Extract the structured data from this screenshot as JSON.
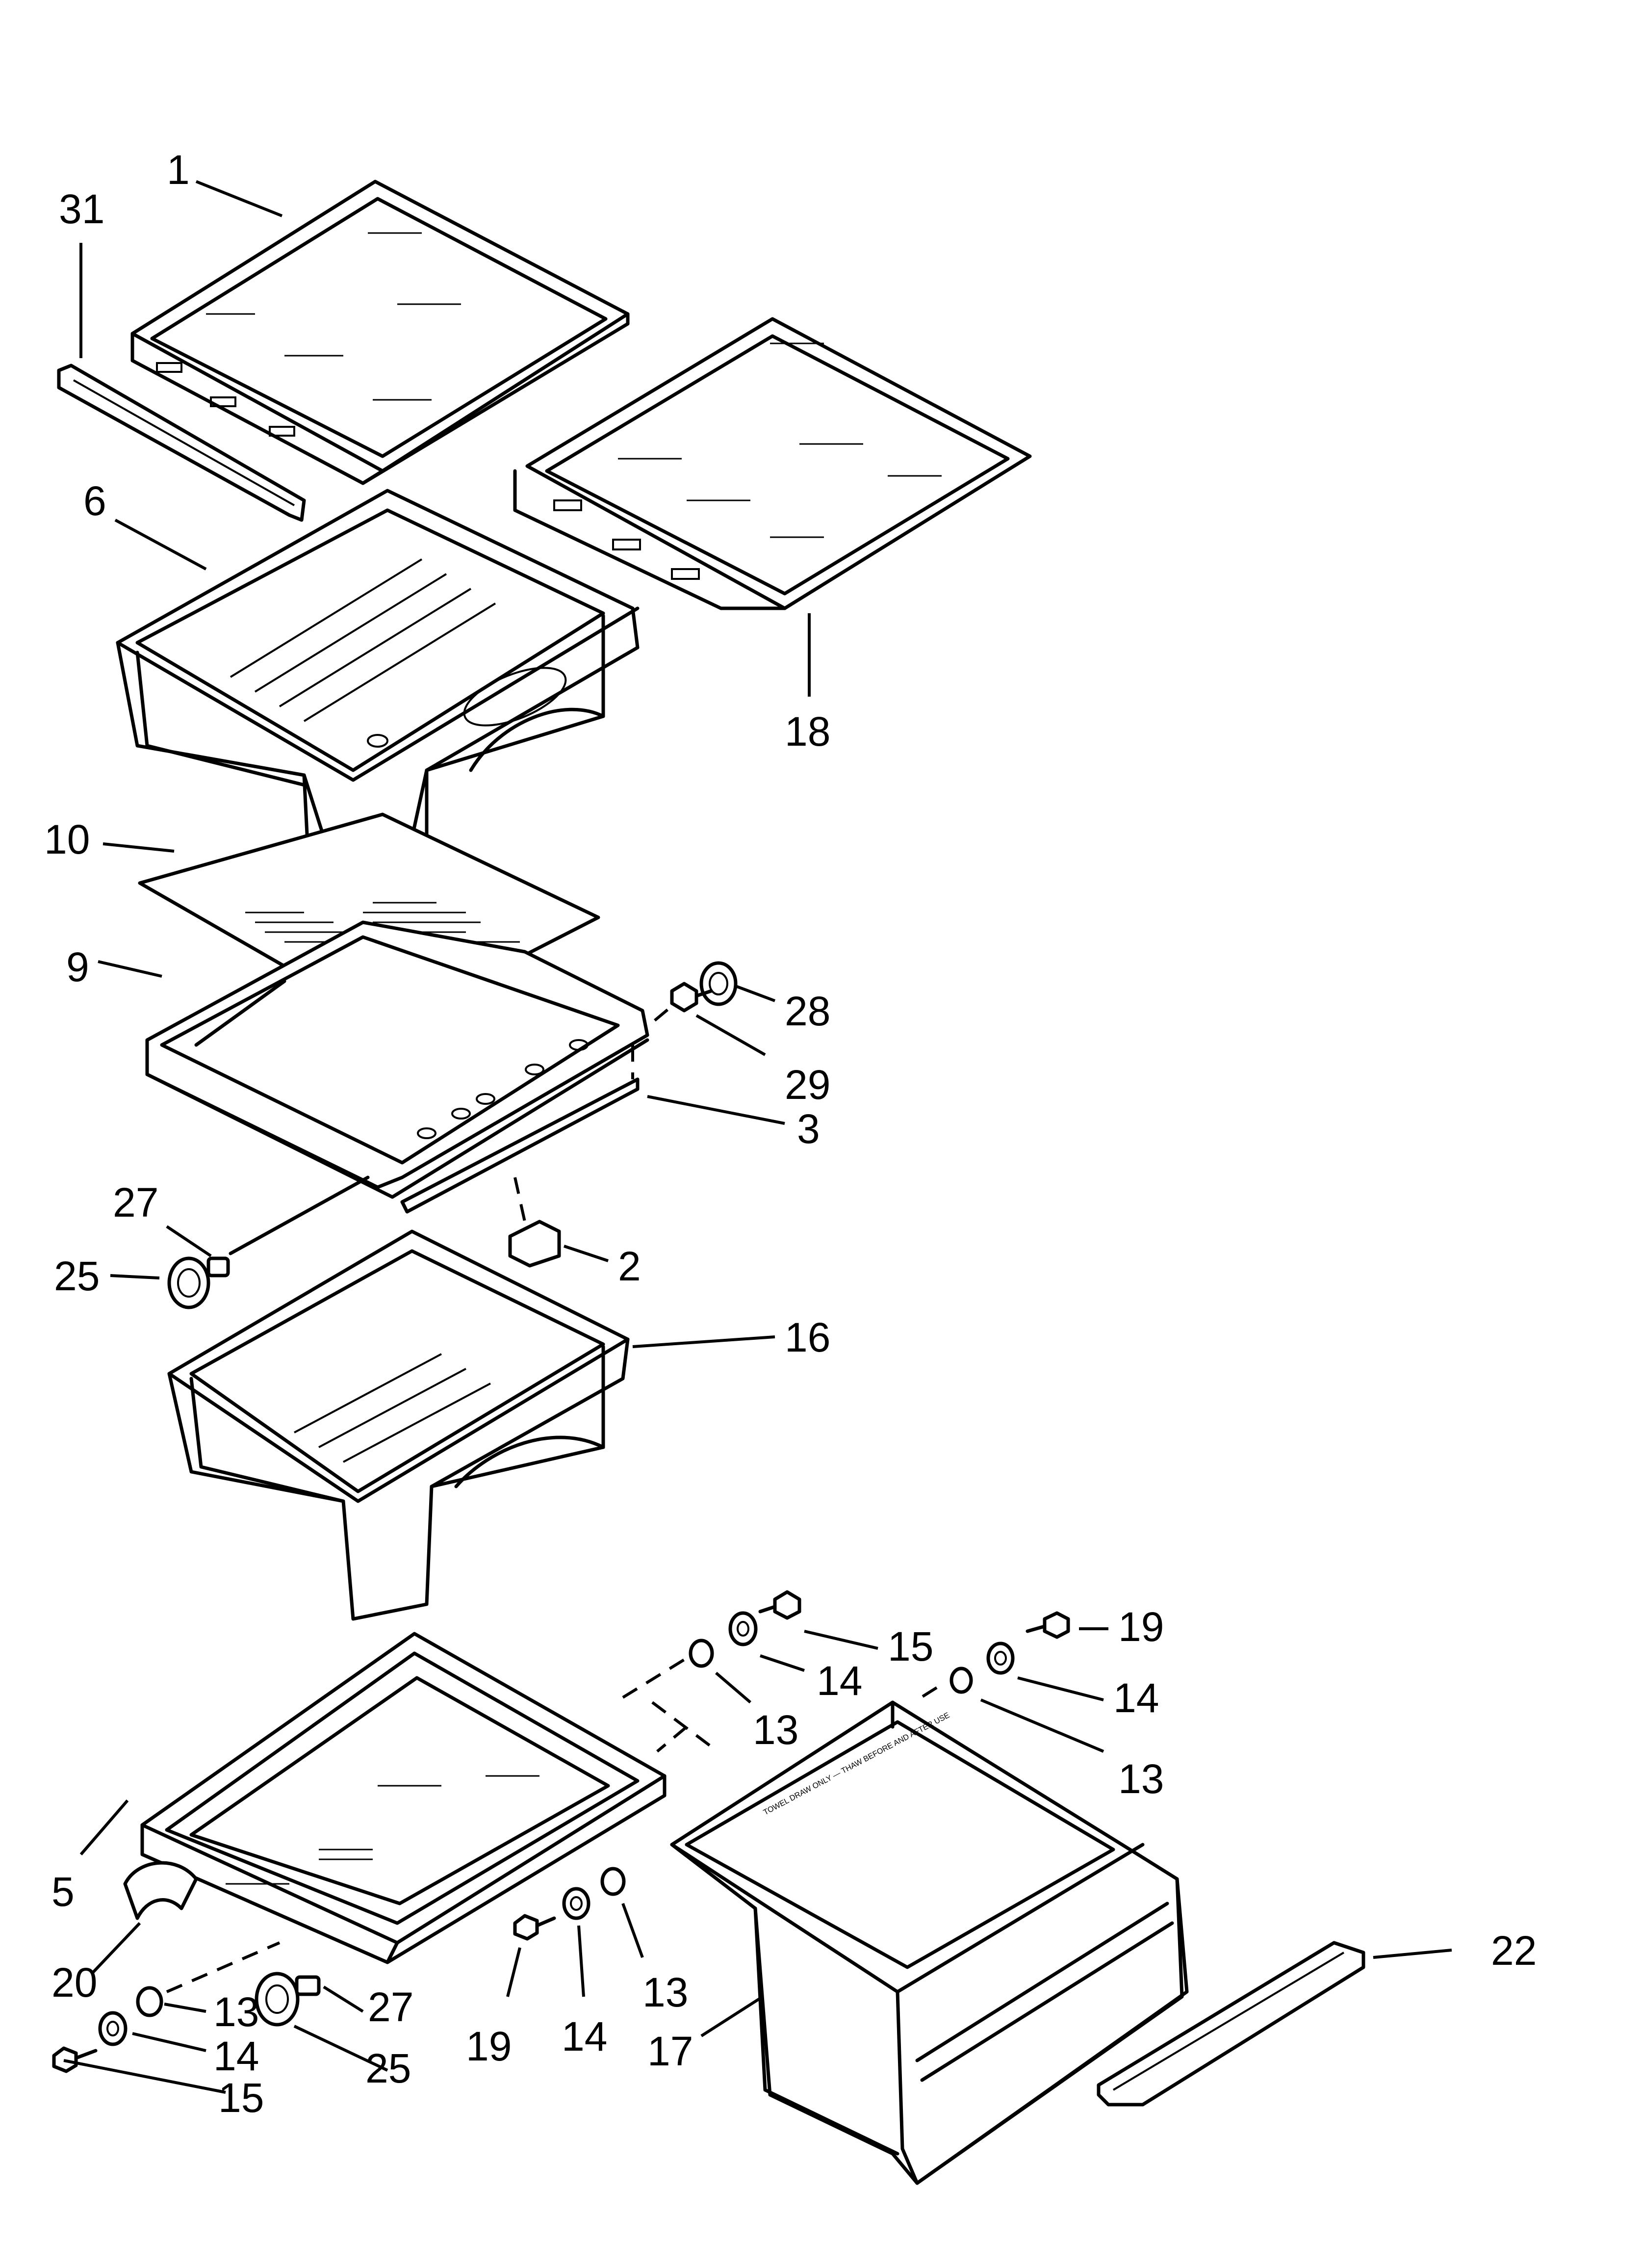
{
  "callouts": {
    "c1": "1",
    "c31": "31",
    "c6": "6",
    "c18": "18",
    "c10": "10",
    "c9": "9",
    "c28": "28",
    "c29": "29",
    "c3": "3",
    "c27a": "27",
    "c2": "2",
    "c25a": "25",
    "c16": "16",
    "c15a": "15",
    "c19a": "19",
    "c14a": "14",
    "c14b": "14",
    "c13a": "13",
    "c13b": "13",
    "c5": "5",
    "c22": "22",
    "c20": "20",
    "c13c": "13",
    "c27b": "27",
    "c14c": "14",
    "c25b": "25",
    "c15b": "15",
    "c19b": "19",
    "c14d": "14",
    "c13d": "13",
    "c17": "17"
  },
  "drawer_label": "TOWEL DRAW ONLY — THAW BEFORE AND AFTER USE"
}
